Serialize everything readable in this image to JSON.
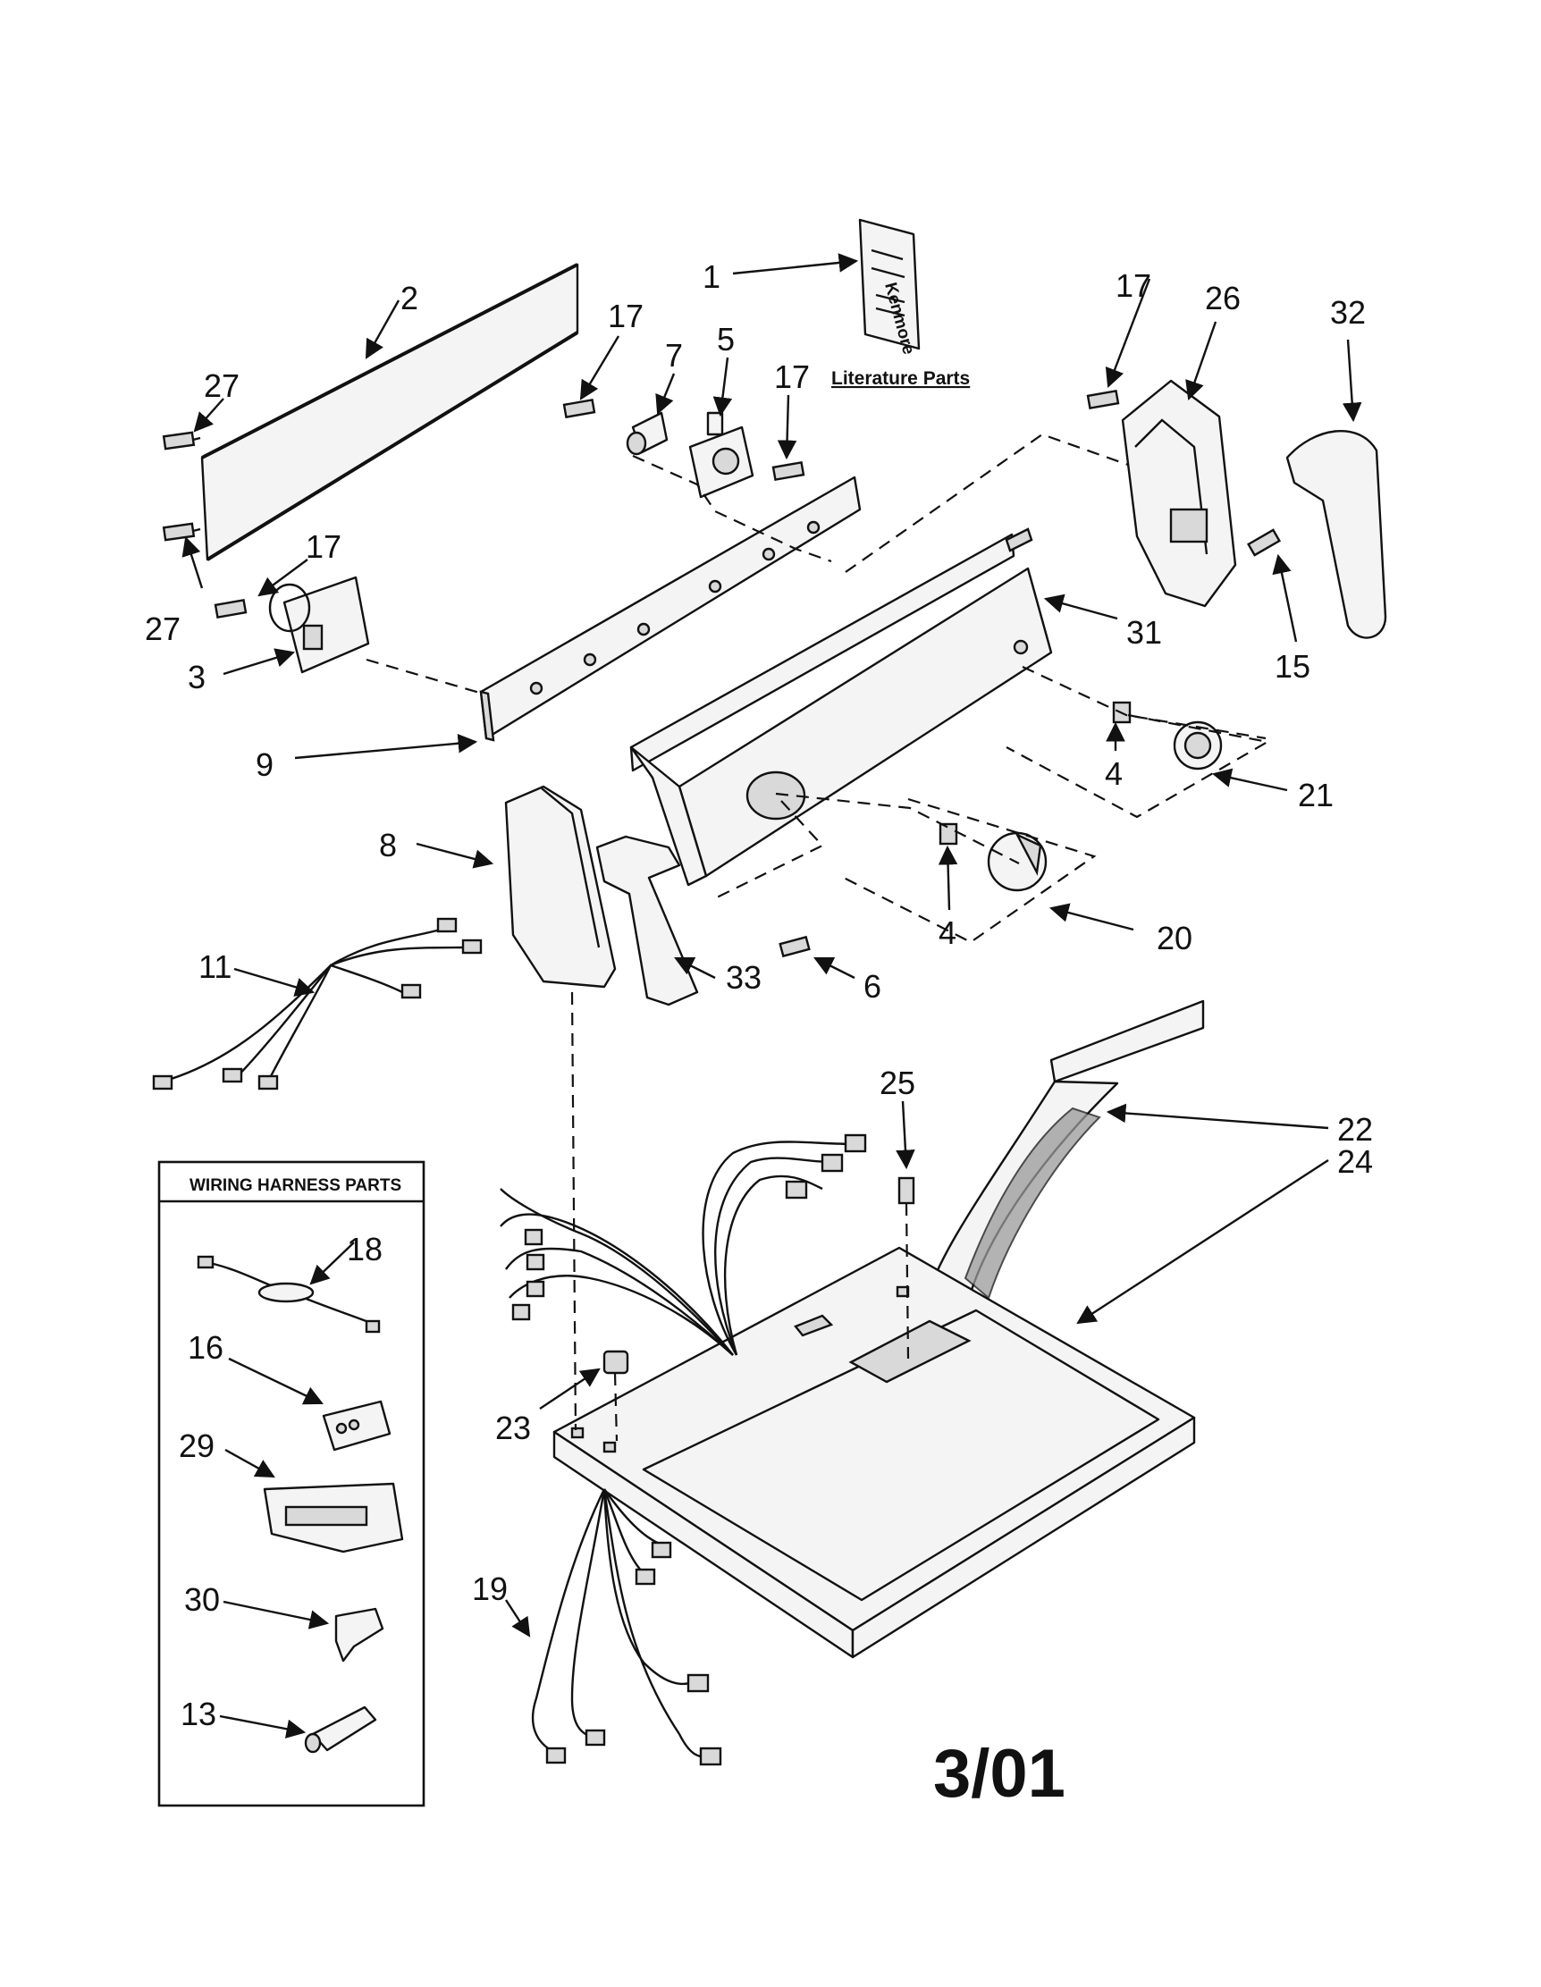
{
  "literature_label": "Literature Parts",
  "wiring_box_title": "WIRING HARNESS PARTS",
  "date_code": "3/01",
  "booklet_text": "Kenmore",
  "callouts": {
    "c1": "1",
    "c2": "2",
    "c27a": "27",
    "c27b": "27",
    "c17a": "17",
    "c7": "7",
    "c5": "5",
    "c17b": "17",
    "c17c": "17",
    "c26": "26",
    "c32": "32",
    "c17d": "17",
    "c3": "3",
    "c9": "9",
    "c31": "31",
    "c15": "15",
    "c4a": "4",
    "c21": "21",
    "c8": "8",
    "c4b": "4",
    "c20": "20",
    "c11": "11",
    "c33": "33",
    "c6": "6",
    "c25": "25",
    "c22": "22",
    "c24": "24",
    "c18": "18",
    "c16": "16",
    "c29": "29",
    "c23": "23",
    "c19": "19",
    "c30": "30",
    "c13": "13"
  }
}
